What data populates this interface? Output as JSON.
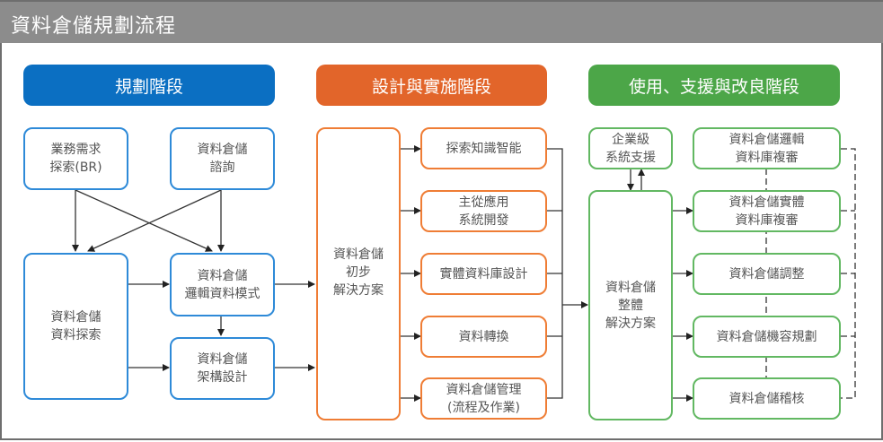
{
  "title": "資料倉儲規劃流程",
  "colors": {
    "planning": "#0b6fc2",
    "design": "#e2652a",
    "usage": "#4ca648",
    "title_bar": "#8c8c8c"
  },
  "phases": [
    {
      "id": "planning",
      "label": "規劃階段"
    },
    {
      "id": "design",
      "label": "設計與實施階段"
    },
    {
      "id": "usage",
      "label": "使用、支援與改良階段"
    }
  ],
  "planning_boxes": {
    "business_requirements": "業務需求\n探索(BR)",
    "dw_consulting": "資料倉儲\n諮詢",
    "dw_data_exploration": "資料倉儲\n資料探索",
    "dw_logical_model": "資料倉儲\n邏輯資料模式",
    "dw_architecture": "資料倉儲\n架構設計"
  },
  "design_boxes": {
    "initial_solution": "資料倉儲\n初步\n解決方案",
    "knowledge_mining": "探索知識智能",
    "client_server_dev": "主從應用\n系統開發",
    "physical_db_design": "實體資料庫設計",
    "data_conversion": "資料轉換",
    "dw_management": "資料倉儲管理\n(流程及作業)"
  },
  "usage_boxes": {
    "enterprise_support": "企業級\n系統支援",
    "overall_solution": "資料倉儲\n整體\n解決方案",
    "logical_db_review": "資料倉儲邏輯\n資料庫複審",
    "physical_db_review": "資料倉儲實體\n資料庫複審",
    "dw_tuning": "資料倉儲調整",
    "capacity_planning": "資料倉儲機容規劃",
    "dw_audit": "資料倉儲稽核"
  }
}
